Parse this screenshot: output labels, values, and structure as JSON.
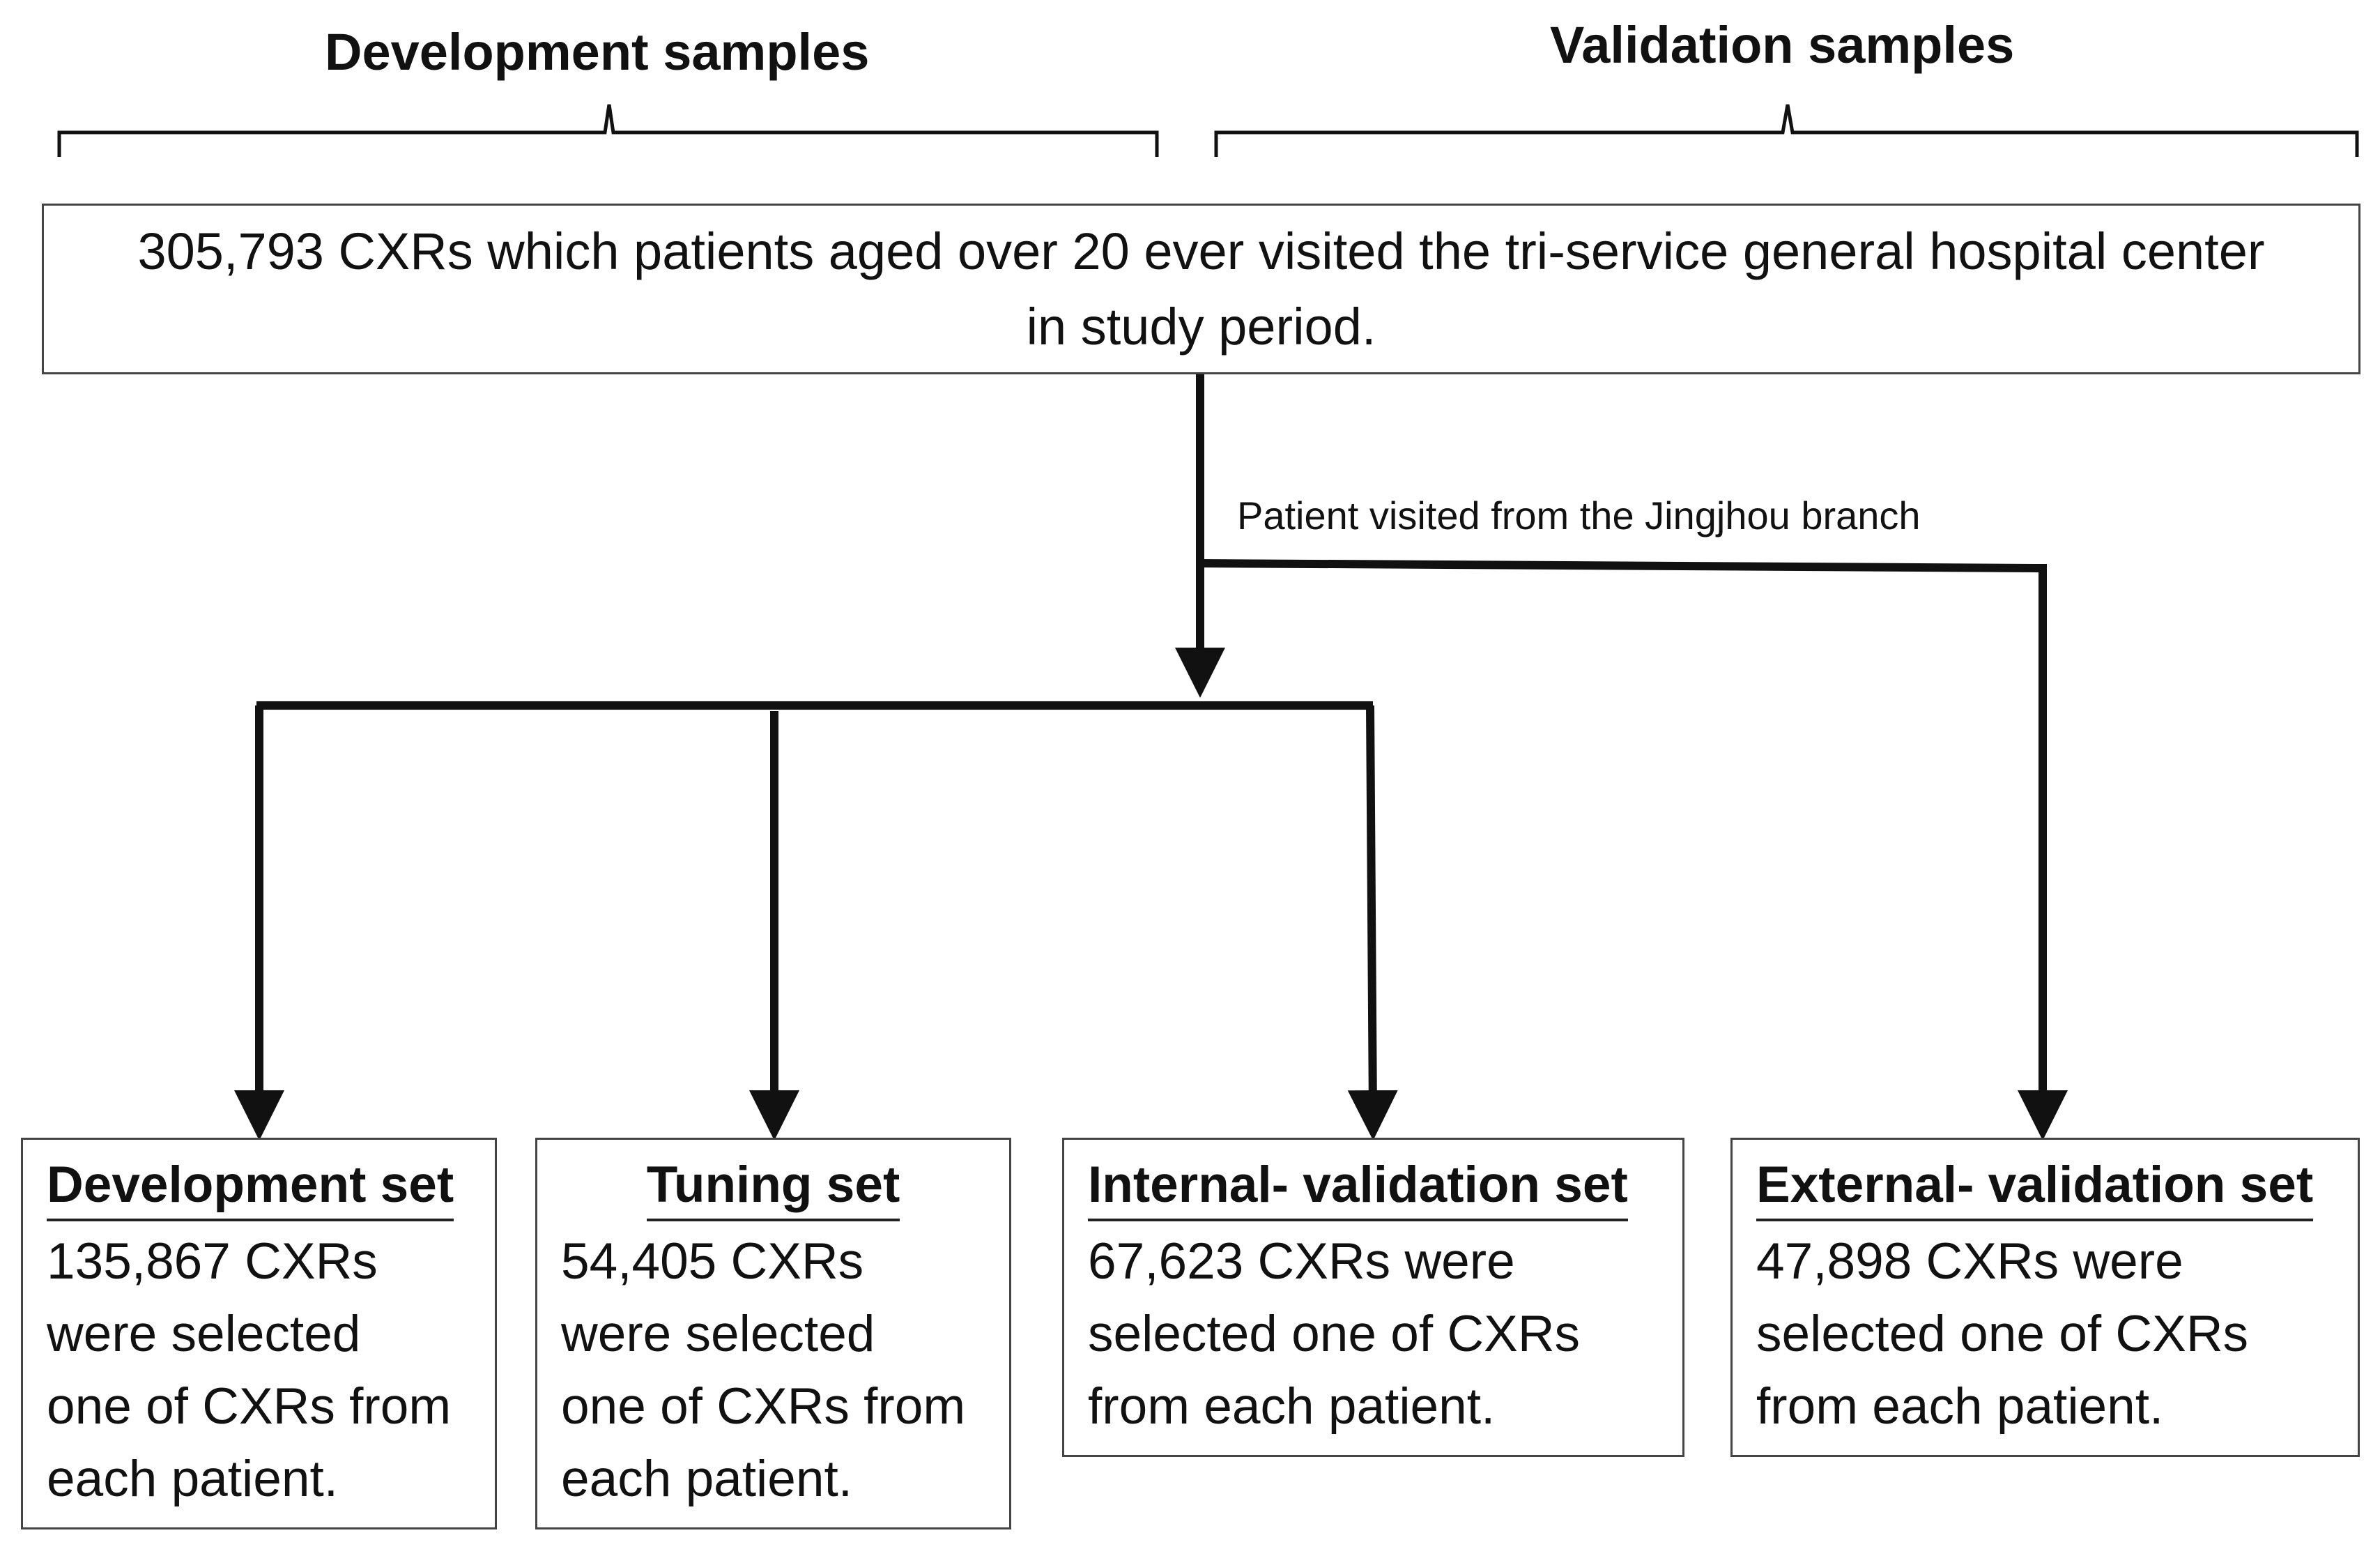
{
  "header": {
    "development_label": "Development samples",
    "validation_label": "Validation samples"
  },
  "top_box": {
    "line1": "305,793 CXRs which patients aged over 20 ever visited the tri-service general hospital center",
    "line2": "in study period."
  },
  "branch_label": "Patient visited from the Jingjhou branch",
  "sets": [
    {
      "title": "Development set",
      "description": "135,867 CXRs\nwere selected\none of CXRs from\neach patient."
    },
    {
      "title": "Tuning set",
      "description": "54,405 CXRs\nwere selected\none of CXRs from\neach patient."
    },
    {
      "title": "Internal- validation set",
      "description": "67,623 CXRs were\nselected one of CXRs\nfrom each patient."
    },
    {
      "title": "External- validation set",
      "description": "47,898 CXRs were\nselected one of CXRs\nfrom each patient."
    }
  ],
  "colors": {
    "line": "#111111",
    "box_border": "#444444",
    "text": "#111111"
  }
}
